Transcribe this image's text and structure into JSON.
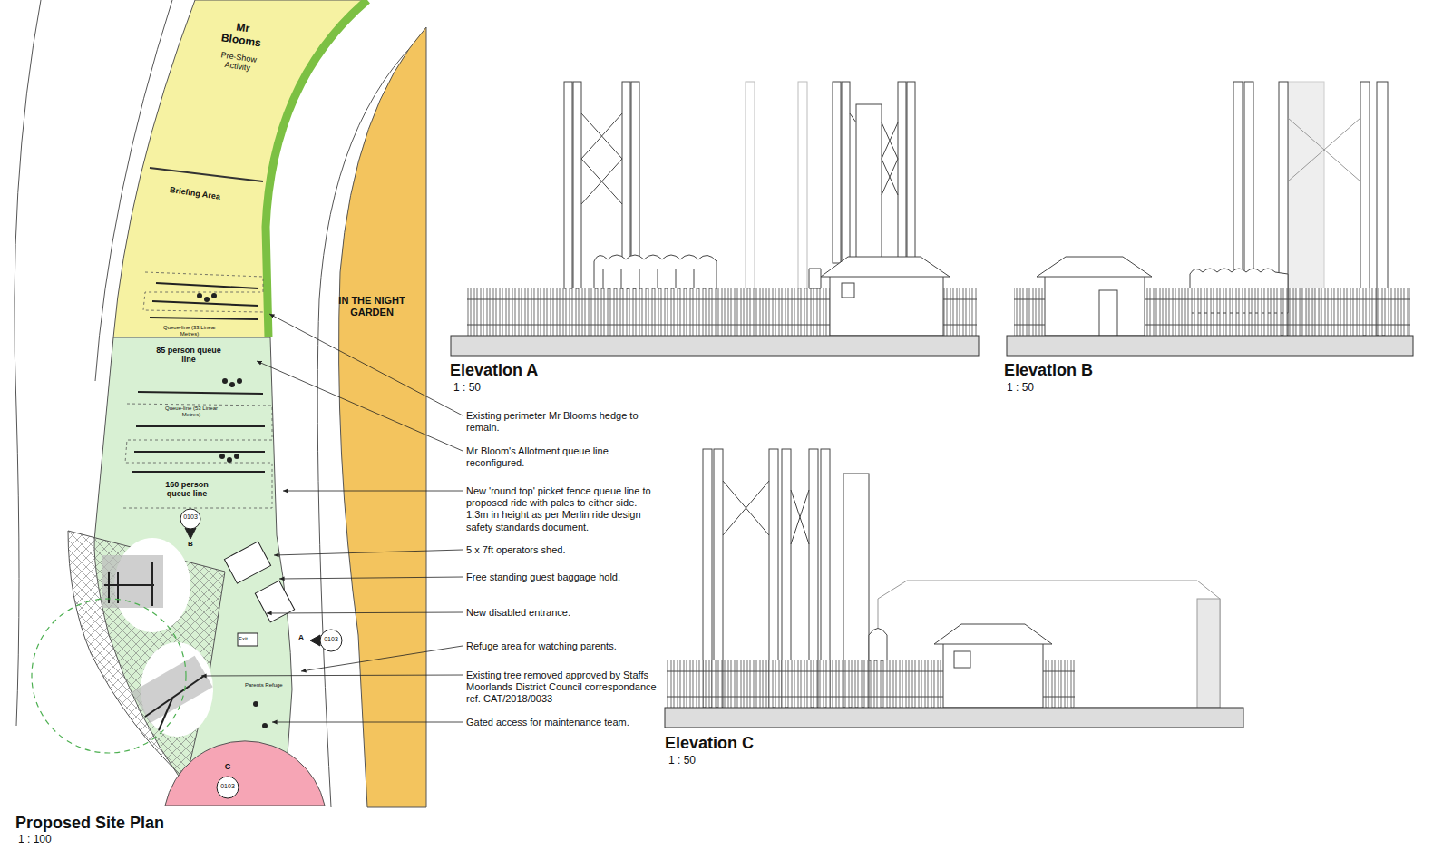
{
  "diagram": {
    "nodes": [
      {
        "text": [
          "Mr Blooms",
          "Pre-Show Activity"
        ]
      },
      {
        "text": [
          "Briefing Area"
        ]
      },
      {
        "text": [
          "Queue-line (33 Linear Metres)"
        ]
      },
      {
        "text": [
          "85 person queue line"
        ]
      },
      {
        "text": [
          "IN THE NIGHT GARDEN"
        ]
      },
      {
        "text": [
          "Queue-line (53 Linear Metres)"
        ]
      },
      {
        "text": [
          "160 person queue line"
        ]
      },
      {
        "text": [
          "0103",
          "B"
        ]
      },
      {
        "text": [
          "A",
          "0103"
        ]
      },
      {
        "text": [
          "C",
          "0103"
        ]
      }
    ],
    "labels": [
      "Elevation A",
      "1 : 50",
      "Elevation B",
      "1 : 50",
      "Existing perimeter Mr Blooms hedge to remain.",
      "Mr Bloom's Allotment queue line reconfigured.",
      "New 'round top' picket fence queue line to proposed ride with pales to either side. 1.3m in height as per Merlin ride design safety standards document.",
      "5 x 7ft operators shed.",
      "Free standing guest baggage hold.",
      "New disabled entrance.",
      "Exit",
      "Refuge area for watching parents.",
      "Existing tree removed approved by Staffs Moorlands District Council correspondance ref. CAT/2018/0033",
      "Parents Refuge",
      "Gated access for maintenance team.",
      "Elevation C",
      "1 : 50",
      "Proposed Site Plan",
      "1 : 100"
    ]
  }
}
